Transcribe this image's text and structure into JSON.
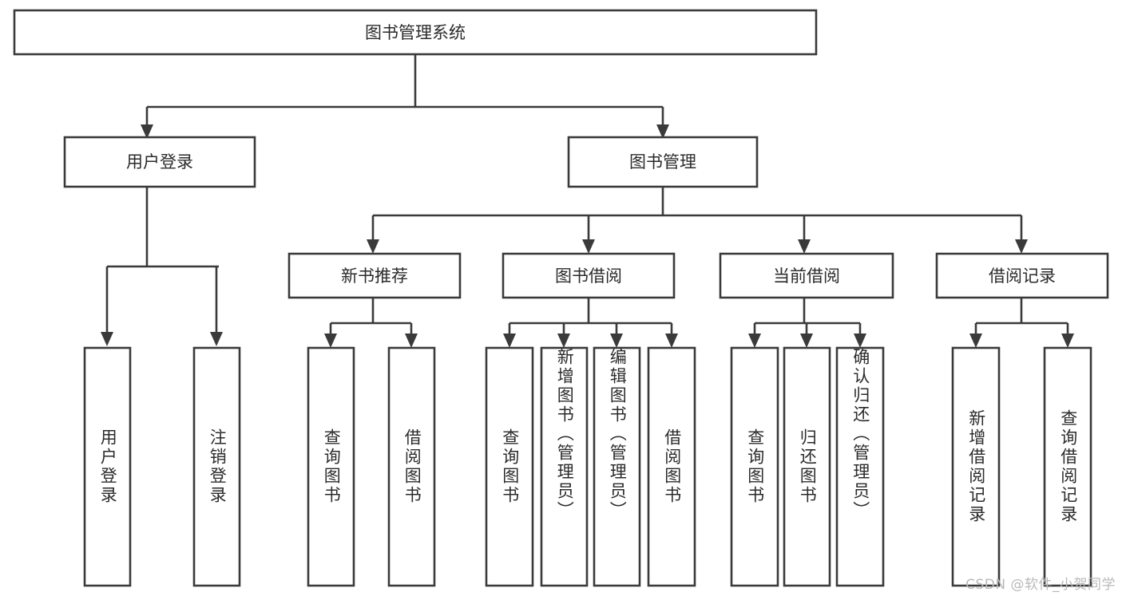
{
  "diagram": {
    "title": "图书管理系统",
    "watermark": "CSDN @软件_小贺同学",
    "root": {
      "label": "图书管理系统"
    },
    "level2": [
      {
        "label": "用户登录"
      },
      {
        "label": "图书管理"
      }
    ],
    "level3": [
      {
        "label": "新书推荐"
      },
      {
        "label": "图书借阅"
      },
      {
        "label": "当前借阅"
      },
      {
        "label": "借阅记录"
      }
    ],
    "leaves": {
      "user_login": [
        {
          "label": "用户登录"
        },
        {
          "label": "注销登录"
        }
      ],
      "new_book_recommend": [
        {
          "label": "查询图书"
        },
        {
          "label": "借阅图书"
        }
      ],
      "book_borrow": [
        {
          "label": "查询图书"
        },
        {
          "label": "新增图书（管理员）"
        },
        {
          "label": "编辑图书（管理员）"
        },
        {
          "label": "借阅图书"
        }
      ],
      "current_borrow": [
        {
          "label": "查询图书"
        },
        {
          "label": "归还图书"
        },
        {
          "label": "确认归还（管理员）"
        }
      ],
      "borrow_record": [
        {
          "label": "新增借阅记录"
        },
        {
          "label": "查询借阅记录"
        }
      ]
    },
    "colors": {
      "stroke": "#3a3a3a",
      "fill": "#ffffff",
      "text": "#2b2b2b",
      "watermark": "#b9b9b9"
    }
  }
}
